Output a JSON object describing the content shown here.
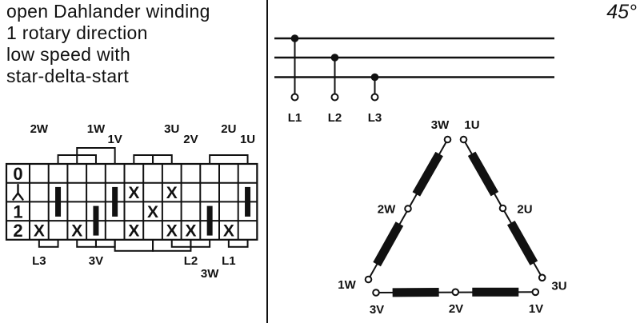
{
  "heading": {
    "lines": [
      "open Dahlander winding",
      "1 rotary direction",
      "low speed with",
      "star-delta-start"
    ]
  },
  "right_panel": {
    "angle_label": "45°"
  },
  "switch_table": {
    "row_labels": [
      "0",
      "star",
      "1",
      "2"
    ],
    "num_contact_columns": 12,
    "top_terminal_labels": [
      {
        "text": "2W",
        "col": 1,
        "line": 1
      },
      {
        "text": "1W",
        "col": 4,
        "line": 1
      },
      {
        "text": "1V",
        "col": 5,
        "line": 2
      },
      {
        "text": "3U",
        "col": 8,
        "line": 1
      },
      {
        "text": "2V",
        "col": 9,
        "line": 2
      },
      {
        "text": "2U",
        "col": 11,
        "line": 1
      },
      {
        "text": "1U",
        "col": 12,
        "line": 2
      }
    ],
    "bottom_terminal_labels": [
      {
        "text": "L3",
        "col": 1,
        "line": 1
      },
      {
        "text": "3V",
        "col": 4,
        "line": 1
      },
      {
        "text": "L2",
        "col": 9,
        "line": 1
      },
      {
        "text": "L1",
        "col": 11,
        "line": 1
      },
      {
        "text": "3W",
        "col": 10,
        "line": 2
      }
    ],
    "x_marks": [
      {
        "col": 1,
        "row": "2"
      },
      {
        "col": 3,
        "row": "2"
      },
      {
        "col": 6,
        "row": "star"
      },
      {
        "col": 6,
        "row": "2"
      },
      {
        "col": 7,
        "row": "1"
      },
      {
        "col": 8,
        "row": "star"
      },
      {
        "col": 8,
        "row": "2"
      },
      {
        "col": 9,
        "row": "2"
      },
      {
        "col": 11,
        "row": "2"
      }
    ],
    "contact_bars": [
      {
        "col": 2,
        "rows": "star-1"
      },
      {
        "col": 4,
        "rows": "1-2"
      },
      {
        "col": 5,
        "rows": "star-1"
      },
      {
        "col": 10,
        "rows": "1-2"
      },
      {
        "col": 12,
        "rows": "star-1"
      }
    ],
    "top_bridges": [
      {
        "from_col": 2,
        "to_col": 4,
        "height": "low"
      },
      {
        "from_col": 3,
        "to_col": 5,
        "height": "high"
      },
      {
        "from_col": 6,
        "to_col": 7,
        "height": "low"
      },
      {
        "from_col": 7,
        "to_col": 8,
        "height": "low"
      },
      {
        "from_col": 10,
        "to_col": 12,
        "height": "low"
      }
    ],
    "bottom_bridges": [
      {
        "from_col": 1,
        "to_col": 2,
        "depth": "shallow"
      },
      {
        "from_col": 3,
        "to_col": 4,
        "depth": "shallow"
      },
      {
        "from_col": 4,
        "to_col": 5,
        "depth": "shallow"
      },
      {
        "from_col": 5,
        "to_col": 7,
        "depth": "deep"
      },
      {
        "from_col": 7,
        "to_col": 9,
        "depth": "deep"
      },
      {
        "from_col": 8,
        "to_col": 9,
        "depth": "shallow"
      },
      {
        "from_col": 9,
        "to_col": 10,
        "depth": "shallow"
      },
      {
        "from_col": 11,
        "to_col": 12,
        "depth": "shallow"
      }
    ]
  },
  "supply": {
    "phases": [
      {
        "label": "L1"
      },
      {
        "label": "L2"
      },
      {
        "label": "L3"
      }
    ]
  },
  "delta_winding": {
    "terminals": [
      "3W",
      "1U",
      "2W",
      "2U",
      "1W",
      "3U",
      "3V",
      "2V",
      "1V"
    ],
    "winding_sides": [
      {
        "from": "3W",
        "via": "2W",
        "to": "1W"
      },
      {
        "from": "1U",
        "via": "2U",
        "to": "3U"
      },
      {
        "from": "3V",
        "via": "2V",
        "to": "1V"
      }
    ]
  },
  "colors": {
    "ink": "#111111",
    "background": "#ffffff"
  }
}
